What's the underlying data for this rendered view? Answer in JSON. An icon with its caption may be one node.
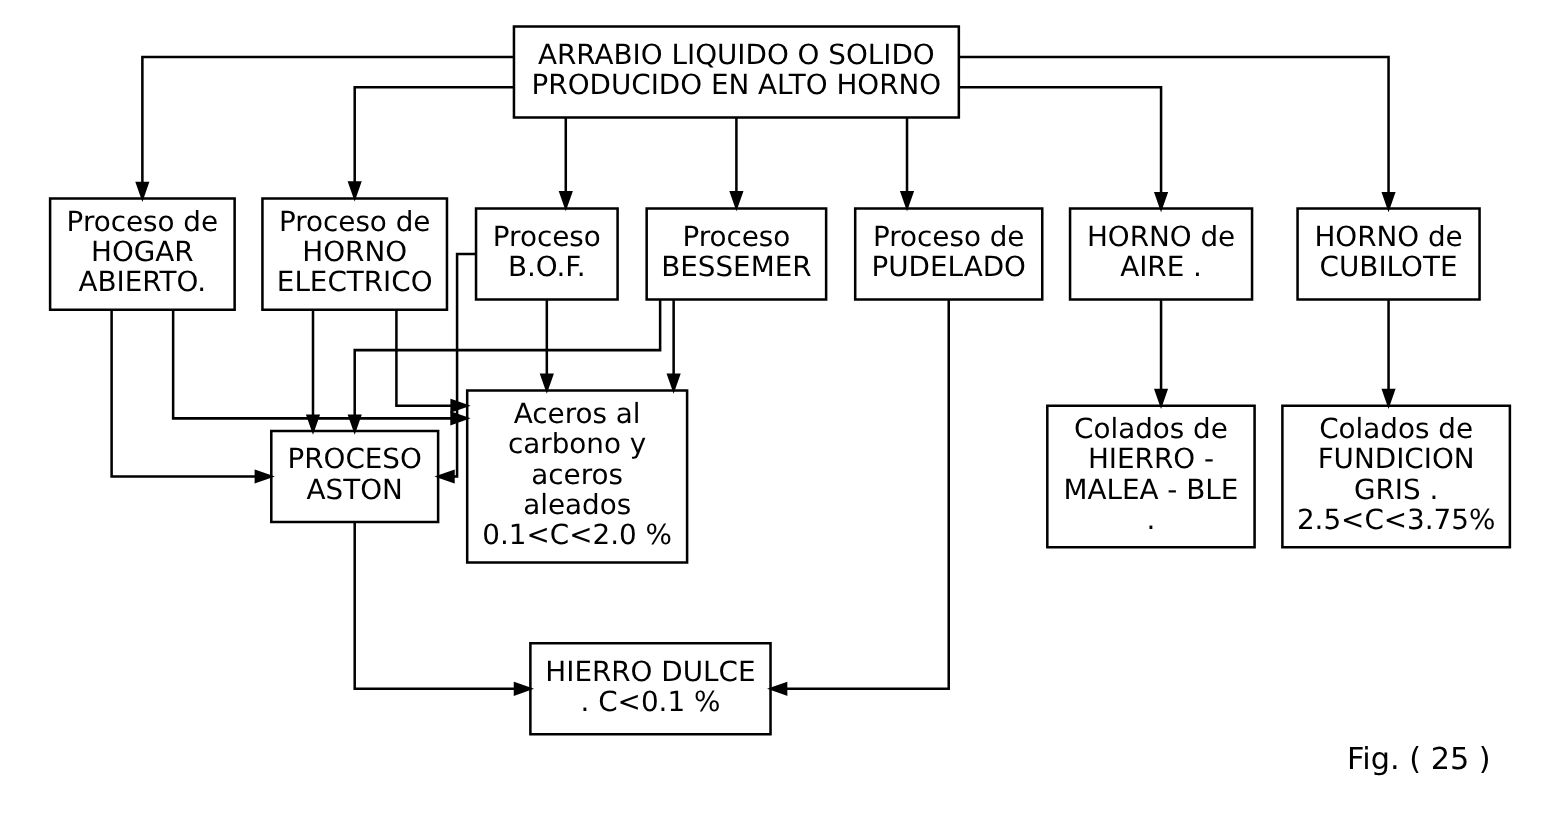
{
  "diagram": {
    "caption": "Fig. ( 25 )",
    "nodes": [
      {
        "text": [
          "ARRABIO LIQUIDO O SOLIDO PRODUCIDO EN ALTO HORNO"
        ]
      },
      {
        "text": [
          "Proceso de PUDELADO"
        ]
      },
      {
        "text": [
          "Proceso BESSEMER"
        ]
      },
      {
        "text": [
          "Proceso de HOGAR ABIERTO."
        ]
      },
      {
        "text": [
          "Proceso de HORNO ELECTRICO"
        ]
      },
      {
        "text": [
          "Proceso B.O.F."
        ]
      },
      {
        "text": [
          "HORNO de AIRE ."
        ]
      },
      {
        "text": [
          "HORNO de CUBILOTE"
        ]
      },
      {
        "text": [
          "PROCESO ASTON"
        ]
      },
      {
        "text": [
          "Aceros al carbono y aceros aleados 0.1<C<2.0 %"
        ]
      },
      {
        "text": [
          "Colados de HIERRO - MALEA - BLE ."
        ]
      },
      {
        "text": [
          "Colados de FUNDICION GRIS . 2.5<C<3.75%"
        ]
      },
      {
        "text": [
          "HIERRO DULCE . C<0.1 %"
        ]
      }
    ],
    "edges": [
      {
        "from": 0,
        "to": 1,
        "arrow": "to"
      },
      {
        "from": 0,
        "to": 2,
        "arrow": "to"
      },
      {
        "from": 0,
        "to": 3,
        "arrow": "to"
      },
      {
        "from": 0,
        "to": 4,
        "arrow": "to"
      },
      {
        "from": 0,
        "to": 5,
        "arrow": "to"
      },
      {
        "from": 0,
        "to": 6,
        "arrow": "to"
      },
      {
        "from": 0,
        "to": 7,
        "arrow": "to"
      },
      {
        "from": 2,
        "to": 8,
        "arrow": "to"
      },
      {
        "from": 3,
        "to": 8,
        "arrow": "to"
      },
      {
        "from": 4,
        "to": 8,
        "arrow": "to"
      },
      {
        "from": 5,
        "to": 8,
        "arrow": "to"
      },
      {
        "from": 2,
        "to": 9,
        "arrow": "to"
      },
      {
        "from": 3,
        "to": 9,
        "arrow": "to"
      },
      {
        "from": 4,
        "to": 9,
        "arrow": "to"
      },
      {
        "from": 5,
        "to": 9,
        "arrow": "to"
      },
      {
        "from": 6,
        "to": 10,
        "arrow": "to"
      },
      {
        "from": 7,
        "to": 11,
        "arrow": "to"
      },
      {
        "from": 1,
        "to": 12,
        "arrow": "to"
      },
      {
        "from": 8,
        "to": 12,
        "arrow": "to"
      }
    ]
  }
}
